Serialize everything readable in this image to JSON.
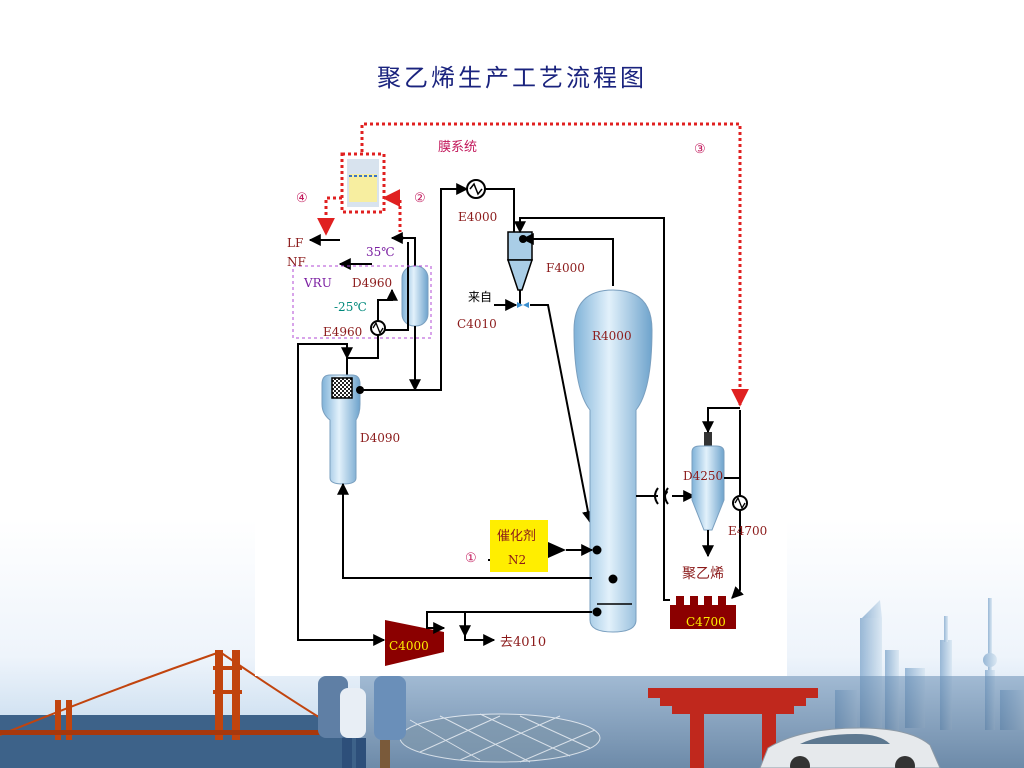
{
  "title": "聚乙烯生产工艺流程图",
  "labels": {
    "membrane_system": "膜系统",
    "num1": "①",
    "num2": "②",
    "num3": "③",
    "num4": "④",
    "lf": "LF",
    "nf": "NF",
    "temp_35": "35℃",
    "vru": "VRU",
    "d4960": "D4960",
    "temp_minus25": "-25℃",
    "e4960": "E4960",
    "e4000": "E4000",
    "f4000": "F4000",
    "from_label": "来自",
    "c4010": "C4010",
    "r4000": "R4000",
    "d4090": "D4090",
    "catalyst": "催化剂",
    "n2": "N2",
    "c4000": "C4000",
    "to_4010": "去4010",
    "d4250": "D4250",
    "e4700": "E4700",
    "polyethylene": "聚乙烯",
    "c4700": "C4700"
  },
  "colors": {
    "title": "#1a237e",
    "label_dark_red": "#8b1a1a",
    "recycle_red": "#e02020",
    "vru_purple": "#7b1fa2",
    "temp_green": "#00897b",
    "vessel_blue": "#a9cde6",
    "compressor_red": "#8b0000",
    "catalyst_yellow": "#ffee00"
  }
}
